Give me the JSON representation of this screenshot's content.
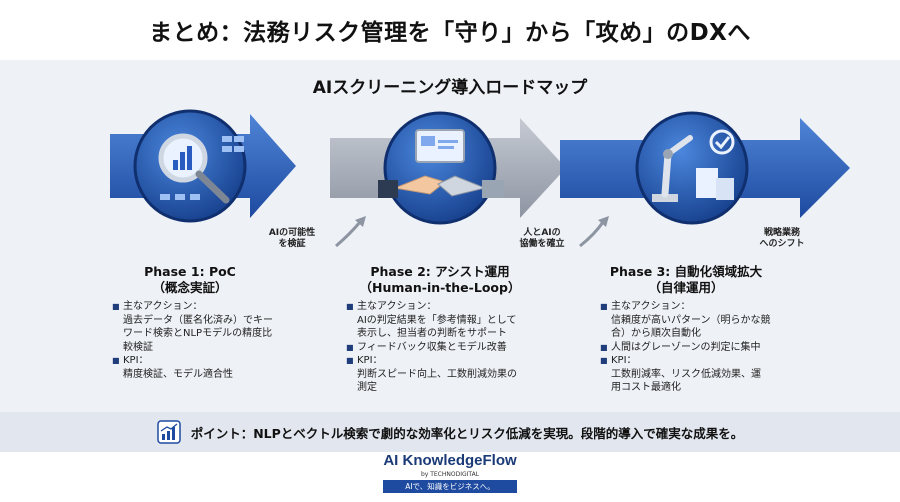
{
  "header": {
    "title": "まとめ：法務リスク管理を「守り」から「攻め」のDXへ"
  },
  "roadmap": {
    "title": "AIスクリーニング導入ロードマップ"
  },
  "colors": {
    "accent": "#1e4aa0",
    "arrow_dark": "#2b5fb8",
    "arrow_light": "#8fa9d8",
    "gray": "#a7adb7"
  },
  "transitions": [
    {
      "line1": "AIの可能性",
      "line2": "を検証"
    },
    {
      "line1": "人とAIの",
      "line2": "協働を確立"
    },
    {
      "line1": "戦略業務",
      "line2": "へのシフト"
    }
  ],
  "phases": [
    {
      "title": "Phase 1: PoC",
      "subtitle": "（概念実証）",
      "icon": "magnifier-chart-icon",
      "items": [
        {
          "head": "主なアクション：",
          "body": [
            "過去データ（匿名化済み）でキー",
            "ワード検索とNLPモデルの精度比",
            "較検証"
          ]
        },
        {
          "head": "KPI：",
          "body": [
            "精度検証、モデル適合性"
          ]
        }
      ]
    },
    {
      "title": "Phase 2: アシスト運用",
      "subtitle": "（Human-in-the-Loop）",
      "icon": "handshake-icon",
      "items": [
        {
          "head": "主なアクション：",
          "body": [
            "AIの判定結果を「参考情報」として",
            "表示し、担当者の判断をサポート"
          ]
        },
        {
          "head": "フィードバック収集とモデル改善",
          "body": []
        },
        {
          "head": "KPI：",
          "body": [
            "判断スピード向上、工数削減効果の",
            "測定"
          ]
        }
      ]
    },
    {
      "title": "Phase 3: 自動化領域拡大",
      "subtitle": "（自律運用）",
      "icon": "robot-arm-icon",
      "items": [
        {
          "head": "主なアクション：",
          "body": [
            "信頼度が高いパターン（明らかな競",
            "合）から順次自動化"
          ]
        },
        {
          "head": "人間はグレーゾーンの判定に集中",
          "body": []
        },
        {
          "head": "KPI：",
          "body": [
            "工数削減率、リスク低減効果、運",
            "用コスト最適化"
          ]
        }
      ]
    }
  ],
  "point": {
    "text": "ポイント：NLPとベクトル検索で劇的な効率化とリスク低減を実現。段階的導入で確実な成果を。",
    "icon": "growth-chart-icon"
  },
  "footer": {
    "brand": "AI KnowledgeFlow",
    "by": "by TECHNODIGITAL",
    "tagline": "AIで、知識をビジネスへ。"
  }
}
